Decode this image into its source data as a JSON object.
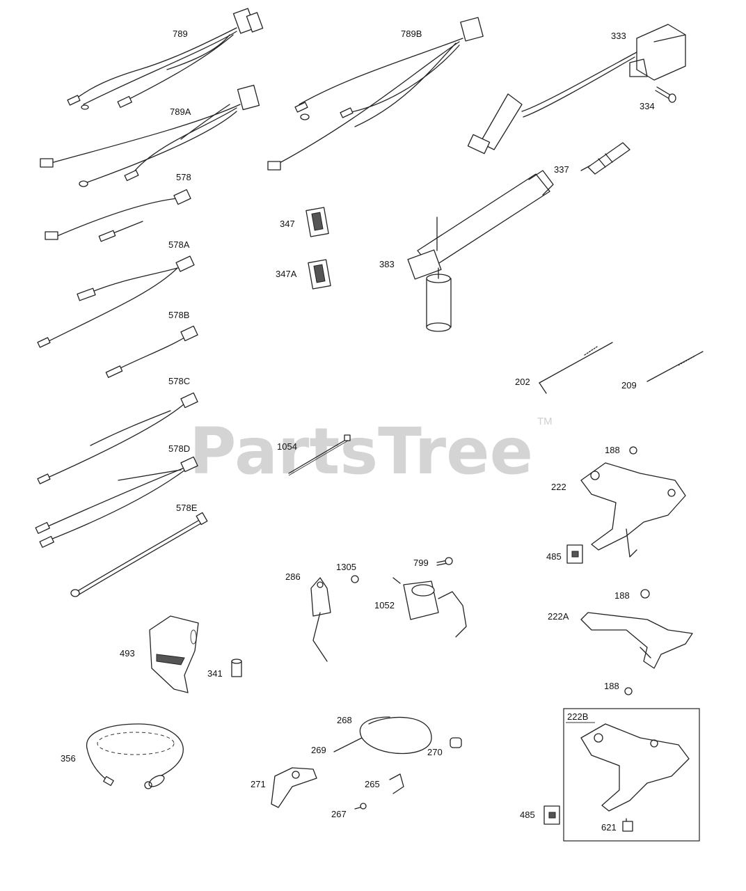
{
  "watermark": {
    "text": "PartsTree",
    "trademark": "TM"
  },
  "callouts": {
    "p789": "789",
    "p789A": "789A",
    "p789B": "789B",
    "p333": "333",
    "p334": "334",
    "p337": "337",
    "p578": "578",
    "p578A": "578A",
    "p578B": "578B",
    "p578C": "578C",
    "p578D": "578D",
    "p578E": "578E",
    "p347": "347",
    "p347A": "347A",
    "p383": "383",
    "p202": "202",
    "p209": "209",
    "p1054": "1054",
    "p188a": "188",
    "p222": "222",
    "p485a": "485",
    "p286": "286",
    "p1305": "1305",
    "p799": "799",
    "p1052": "1052",
    "p188b": "188",
    "p222A": "222A",
    "p188c": "188",
    "p493": "493",
    "p341": "341",
    "p268": "268",
    "p269": "269",
    "p270": "270",
    "p356": "356",
    "p271": "271",
    "p265": "265",
    "p267": "267",
    "p222B": "222B",
    "p485b": "485",
    "p621": "621"
  }
}
